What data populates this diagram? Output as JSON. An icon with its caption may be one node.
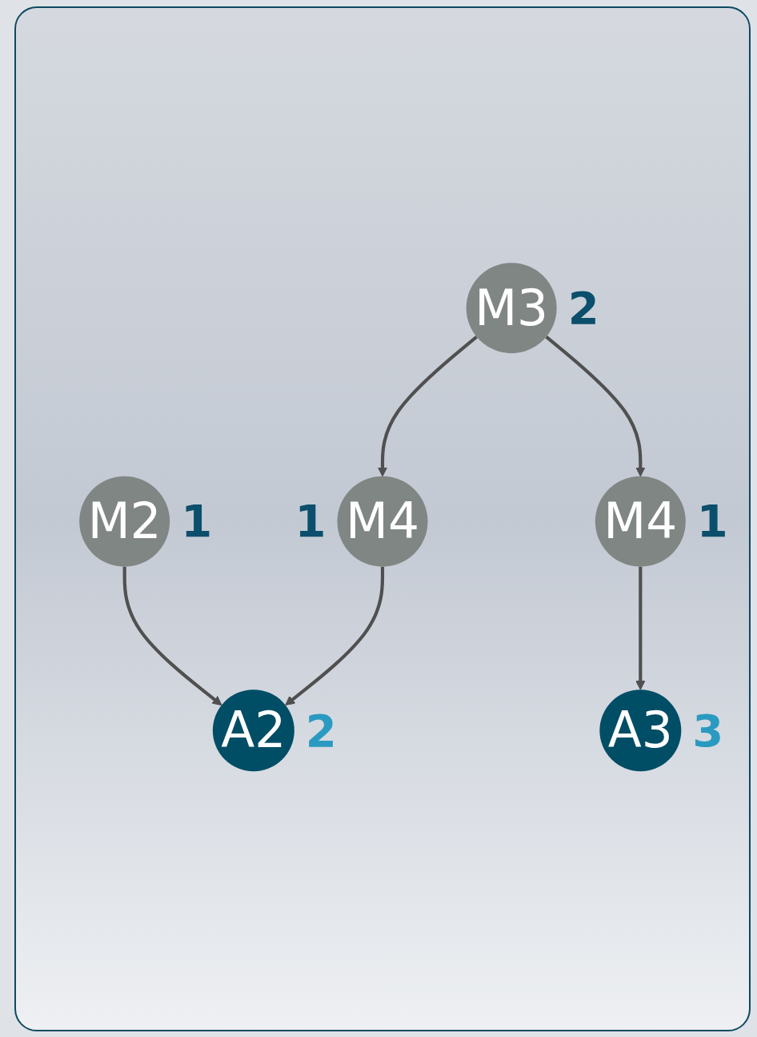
{
  "diagram": {
    "nodes": [
      {
        "text": [
          "M2"
        ],
        "beside": [
          "1"
        ]
      },
      {
        "text": [
          "M3"
        ],
        "beside": [
          "2"
        ]
      },
      {
        "text": [
          "M4"
        ],
        "beside": [
          "1"
        ]
      },
      {
        "text": [
          "M4"
        ],
        "beside": [
          "1"
        ]
      },
      {
        "text": [
          "A2"
        ],
        "beside": [
          "2"
        ]
      },
      {
        "text": [
          "A3"
        ],
        "beside": [
          "3"
        ]
      }
    ],
    "edges": [
      {
        "from": 0,
        "to": 4,
        "arrow": "to"
      },
      {
        "from": 1,
        "to": 2,
        "arrow": "to"
      },
      {
        "from": 1,
        "to": 3,
        "arrow": "to"
      },
      {
        "from": 2,
        "to": 4,
        "arrow": "to"
      },
      {
        "from": 3,
        "to": 5,
        "arrow": "to"
      }
    ]
  }
}
